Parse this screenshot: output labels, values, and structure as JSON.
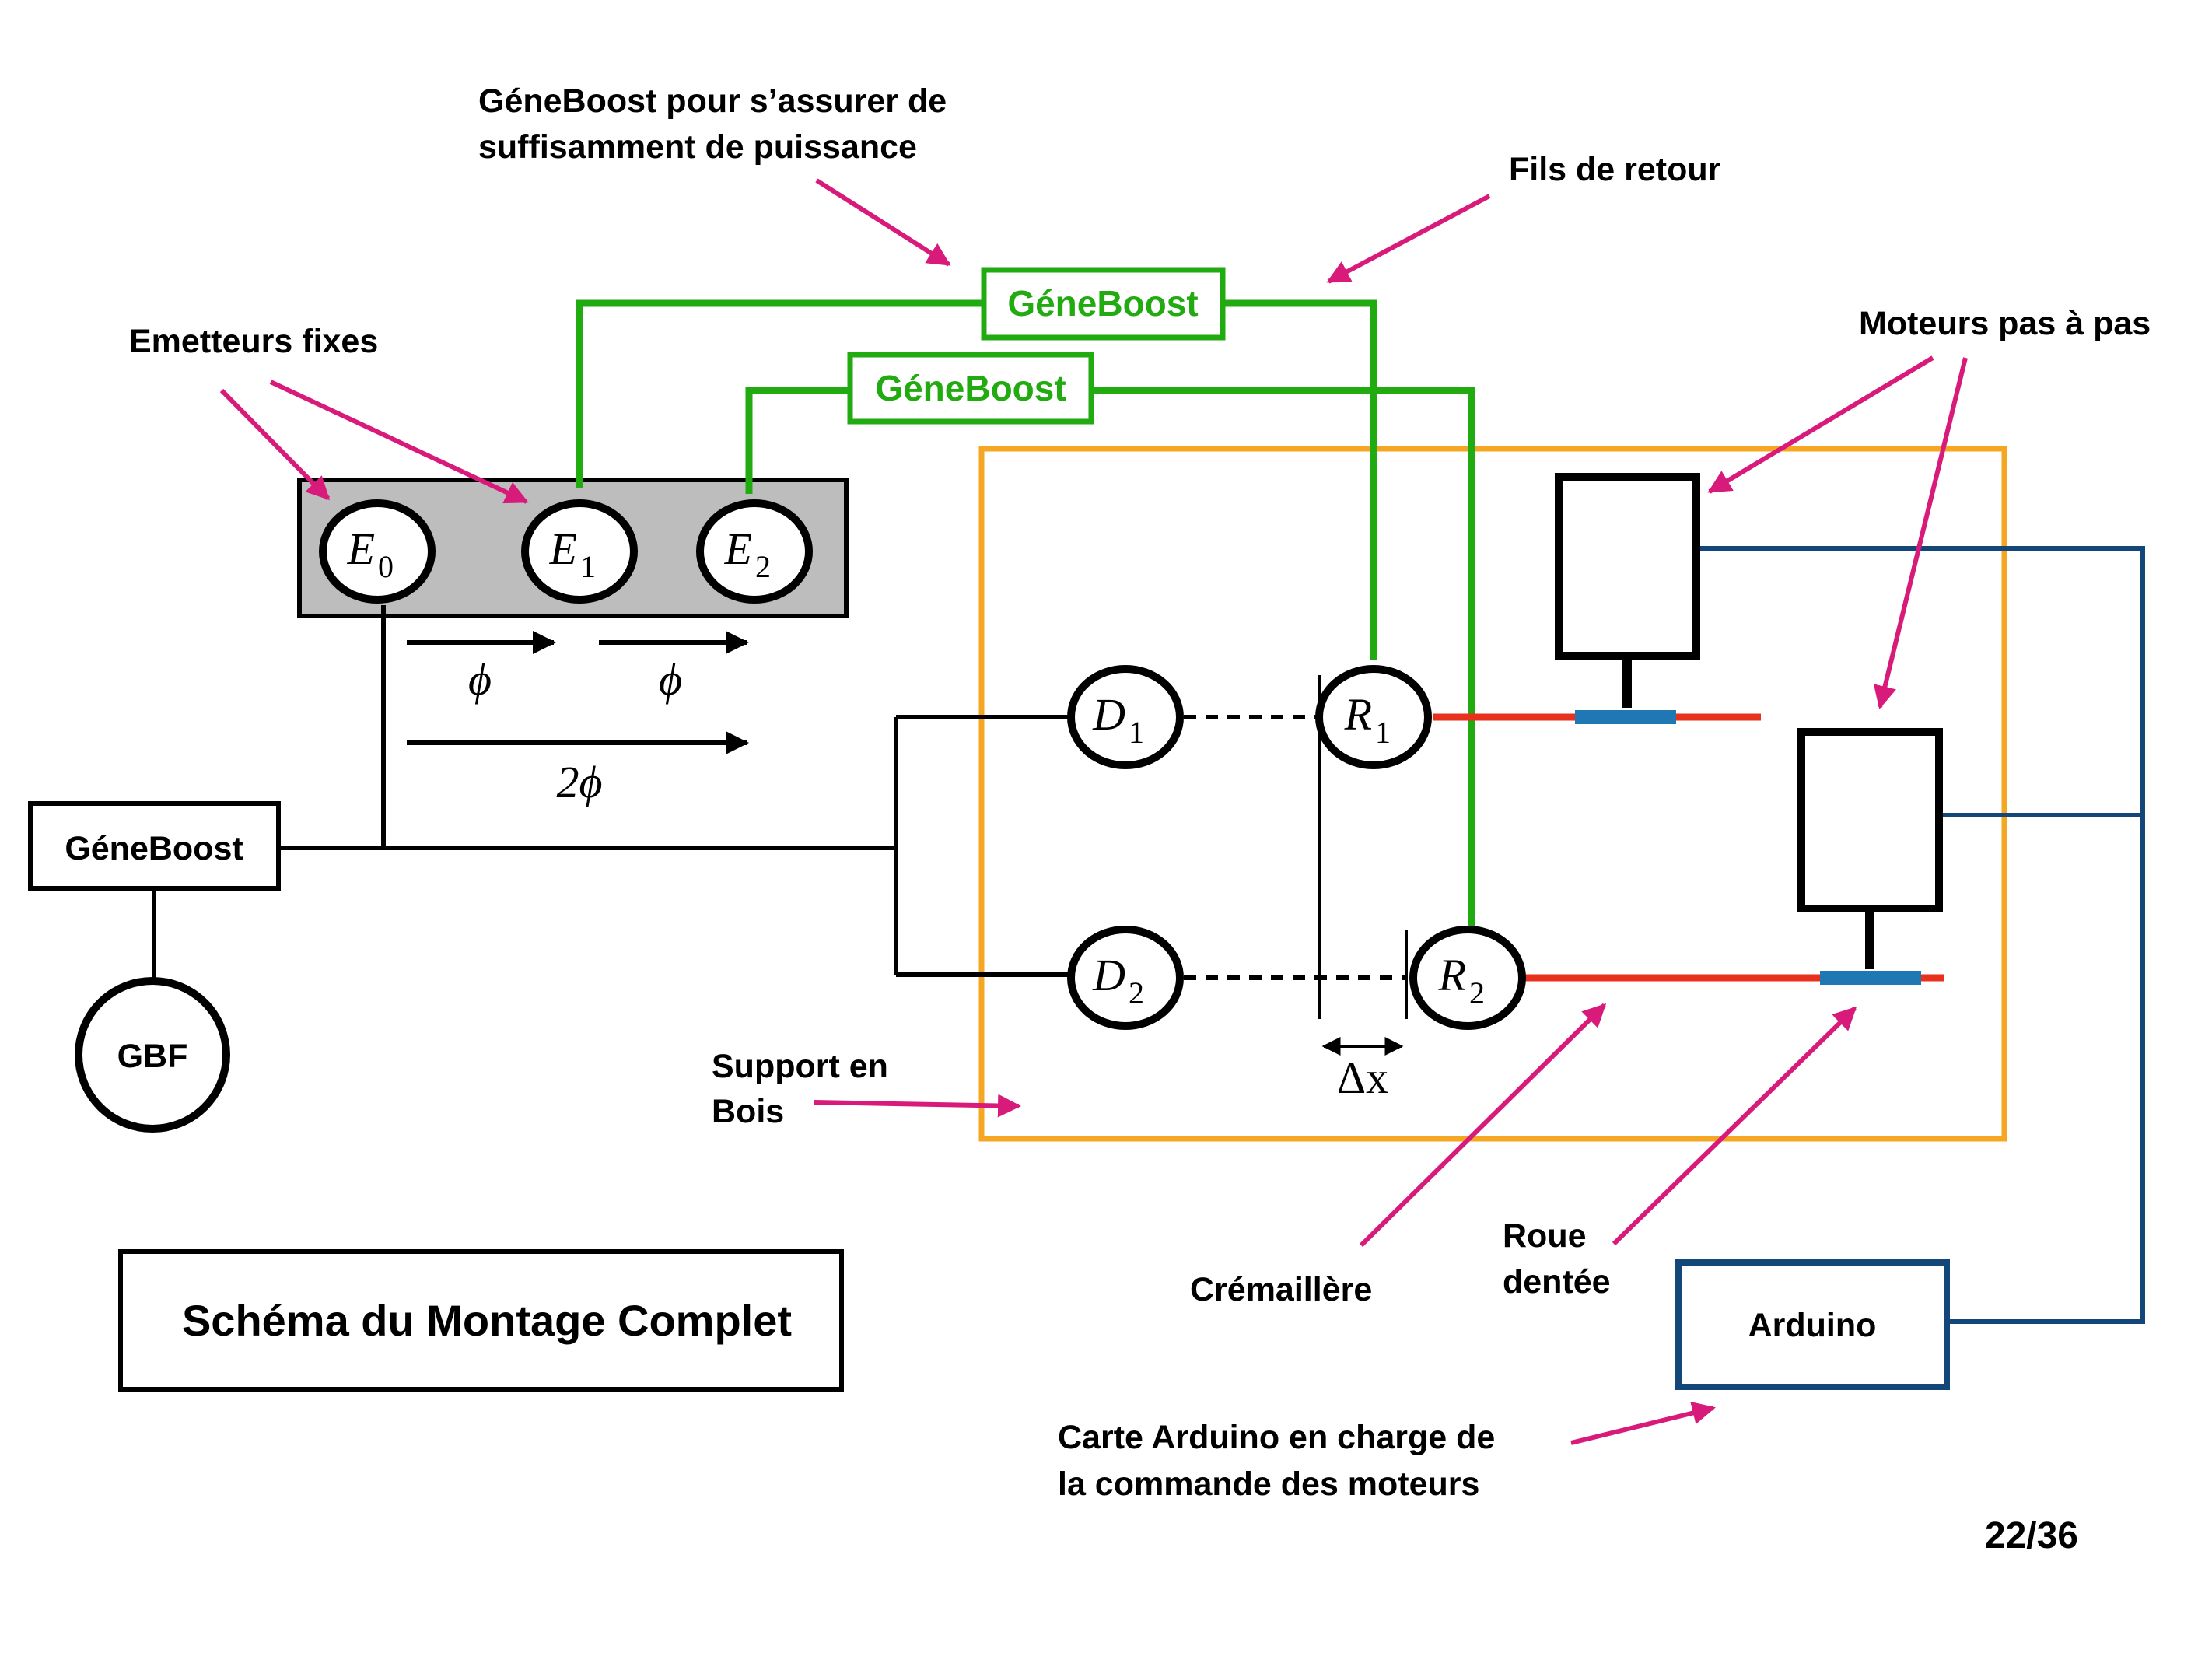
{
  "slide": {
    "title": "Schéma du Montage Complet",
    "page_number": "22/36"
  },
  "colors": {
    "boost_green": "#22aa11",
    "annotation_magenta": "#d81b7a",
    "support_orange": "#f5a623",
    "arduino_blue": "#13477a",
    "wheel_blue": "#1f77b4",
    "rack_red": "#e8301e",
    "emitter_panel": "#bdbdbd"
  },
  "blocks": {
    "geneboost_main": "GéneBoost",
    "gbf": "GBF",
    "geneboost_top": "GéneBoost",
    "geneboost_mid": "GéneBoost",
    "arduino": "Arduino"
  },
  "components": {
    "emitters": [
      {
        "letter": "E",
        "index": "0"
      },
      {
        "letter": "E",
        "index": "1"
      },
      {
        "letter": "E",
        "index": "2"
      }
    ],
    "detectors": [
      {
        "letter": "D",
        "index": "1"
      },
      {
        "letter": "D",
        "index": "2"
      }
    ],
    "receivers": [
      {
        "letter": "R",
        "index": "1"
      },
      {
        "letter": "R",
        "index": "2"
      }
    ]
  },
  "phase_labels": {
    "phi": "ϕ",
    "two_phi": "2ϕ",
    "delta_x": "Δx"
  },
  "annotations": {
    "geneboost_note_line1": "GéneBoost pour s’assurer de",
    "geneboost_note_line2": "suffisamment de puissance",
    "return_wires": "Fils de retour",
    "fixed_emitters": "Emetteurs fixes",
    "stepper_motors": "Moteurs pas à pas",
    "wood_support_line1": "Support en",
    "wood_support_line2": "Bois",
    "rack": "Crémaillère",
    "gear_line1": "Roue",
    "gear_line2": "dentée",
    "arduino_note_line1": "Carte Arduino en charge de",
    "arduino_note_line2": "la commande des moteurs"
  }
}
